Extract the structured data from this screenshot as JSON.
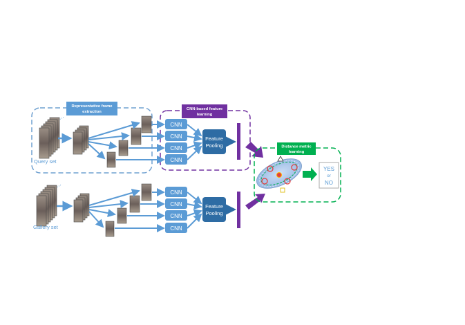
{
  "labels": {
    "frame_extraction": [
      "Representative frame",
      "extraction"
    ],
    "cnn_feature": [
      "CNN-based feature",
      "learning"
    ],
    "distance_metric": [
      "Distance metric",
      "learning"
    ],
    "query_set": "Query set",
    "gallery_set": "Gallery set",
    "cnn": "CNN",
    "feature_pooling": [
      "Feature",
      "Pooling"
    ],
    "decision": [
      "YES",
      "or",
      "NO"
    ],
    "ellipsis": "..."
  },
  "colors": {
    "blue_dashed": "#6fa0d0",
    "cnn_box": "#5b9bd5",
    "pooling_box": "#2e6ca4",
    "arrow_blue": "#5b9bd5",
    "purple": "#7030a0",
    "green": "#00b050",
    "label_blue": "#5b9bd5",
    "red_circle": "#e04040",
    "yellow_square": "#e0c020"
  },
  "icons": {
    "frames": "person-frame-thumbnail",
    "stack": "video-frame-stack"
  }
}
